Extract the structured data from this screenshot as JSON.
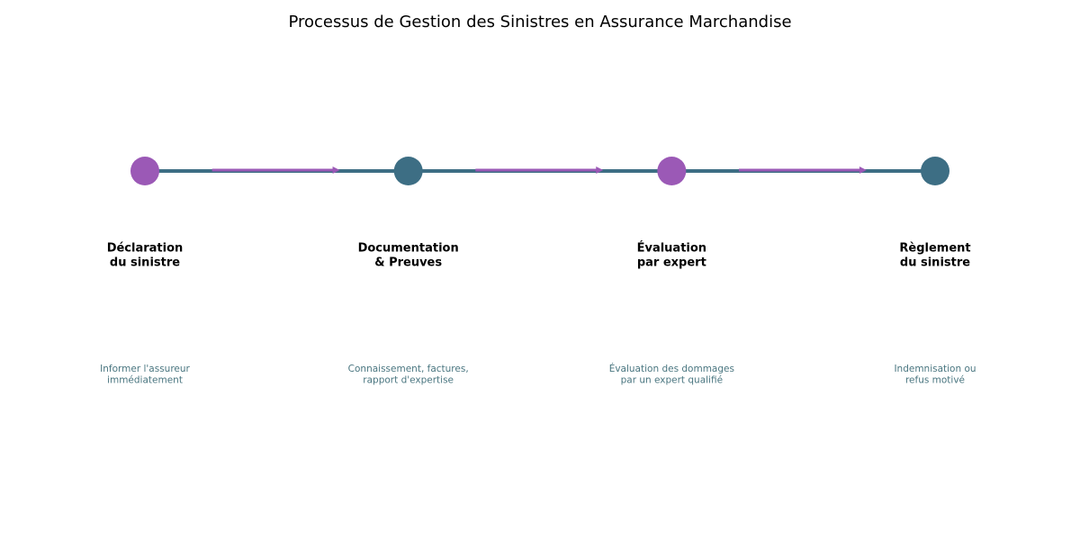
{
  "title": "Processus de Gestion des Sinistres en Assurance Marchandise",
  "colors": {
    "purple": "#9B59B6",
    "teal": "#3D6E84",
    "description_text": "#4A7680",
    "title_text": "#000000"
  },
  "steps": [
    {
      "title_lines": [
        "Déclaration",
        "du sinistre"
      ],
      "description_lines": [
        "Informer l'assureur",
        "immédiatement"
      ],
      "node_color": "purple"
    },
    {
      "title_lines": [
        "Documentation",
        "& Preuves"
      ],
      "description_lines": [
        "Connaissement, factures,",
        "rapport d'expertise"
      ],
      "node_color": "teal"
    },
    {
      "title_lines": [
        "Évaluation",
        "par expert"
      ],
      "description_lines": [
        "Évaluation des dommages",
        "par un expert qualifié"
      ],
      "node_color": "purple"
    },
    {
      "title_lines": [
        "Règlement",
        "du sinistre"
      ],
      "description_lines": [
        "Indemnisation ou",
        "refus motivé"
      ],
      "node_color": "teal"
    }
  ]
}
